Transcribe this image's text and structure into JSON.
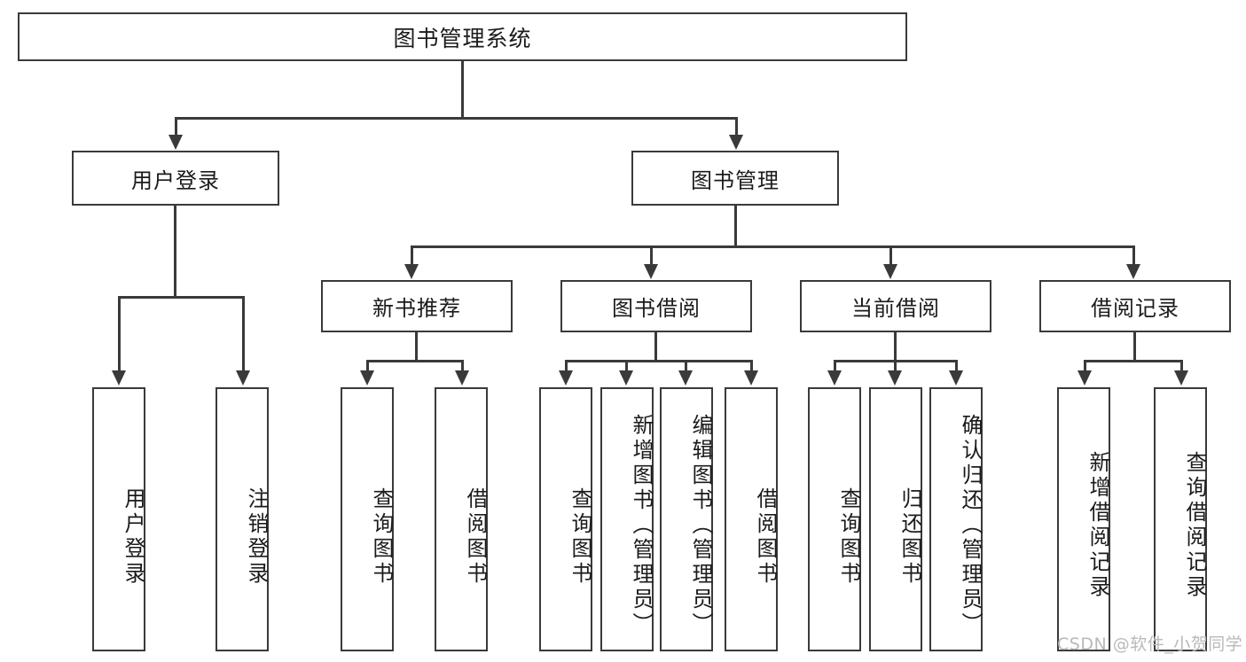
{
  "diagram": {
    "title": "图书管理系统",
    "type": "tree",
    "watermark": "CSDN @软件_小贺同学",
    "colors": {
      "box_border": "#3a3a3a",
      "box_fill": "#ffffff",
      "text": "#1b1b1b",
      "connector": "#3a3a3a",
      "watermark": "#b9b9b9",
      "background": "#ffffff"
    },
    "root": {
      "label": "图书管理系统"
    },
    "level2": [
      {
        "id": "user-login",
        "label": "用户登录"
      },
      {
        "id": "book-manage",
        "label": "图书管理"
      }
    ],
    "level3": [
      {
        "id": "new-book-recommend",
        "label": "新书推荐",
        "parent": "book-manage"
      },
      {
        "id": "book-borrow",
        "label": "图书借阅",
        "parent": "book-manage"
      },
      {
        "id": "current-borrow",
        "label": "当前借阅",
        "parent": "book-manage"
      },
      {
        "id": "borrow-record",
        "label": "借阅记录",
        "parent": "book-manage"
      }
    ],
    "leaves": [
      {
        "id": "leaf-user-login",
        "label": "用户登录",
        "parent": "user-login"
      },
      {
        "id": "leaf-logout-login",
        "label": "注销登录",
        "parent": "user-login"
      },
      {
        "id": "leaf-query-book-1",
        "label": "查询图书",
        "parent": "new-book-recommend"
      },
      {
        "id": "leaf-borrow-book-1",
        "label": "借阅图书",
        "parent": "new-book-recommend"
      },
      {
        "id": "leaf-query-book-2",
        "label": "查询图书",
        "parent": "book-borrow"
      },
      {
        "id": "leaf-add-book",
        "label": "新增图书（管理员）",
        "parent": "book-borrow"
      },
      {
        "id": "leaf-edit-book",
        "label": "编辑图书（管理员）",
        "parent": "book-borrow"
      },
      {
        "id": "leaf-borrow-book-2",
        "label": "借阅图书",
        "parent": "book-borrow"
      },
      {
        "id": "leaf-query-book-3",
        "label": "查询图书",
        "parent": "current-borrow"
      },
      {
        "id": "leaf-return-book",
        "label": "归还图书",
        "parent": "current-borrow"
      },
      {
        "id": "leaf-confirm-return",
        "label": "确认归还（管理员）",
        "parent": "current-borrow"
      },
      {
        "id": "leaf-add-record",
        "label": "新增借阅记录",
        "parent": "borrow-record"
      },
      {
        "id": "leaf-query-record",
        "label": "查询借阅记录",
        "parent": "borrow-record"
      }
    ]
  }
}
